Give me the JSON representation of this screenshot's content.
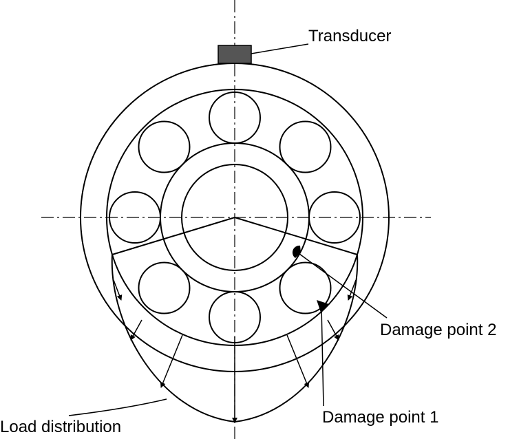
{
  "labels": {
    "transducer": "Transducer",
    "damage_point_2": "Damage point 2",
    "damage_point_1": "Damage point 1",
    "load_distribution": "Load distribution"
  },
  "colors": {
    "stroke": "#000000",
    "transducer_fill": "#555555",
    "background": "#ffffff"
  }
}
